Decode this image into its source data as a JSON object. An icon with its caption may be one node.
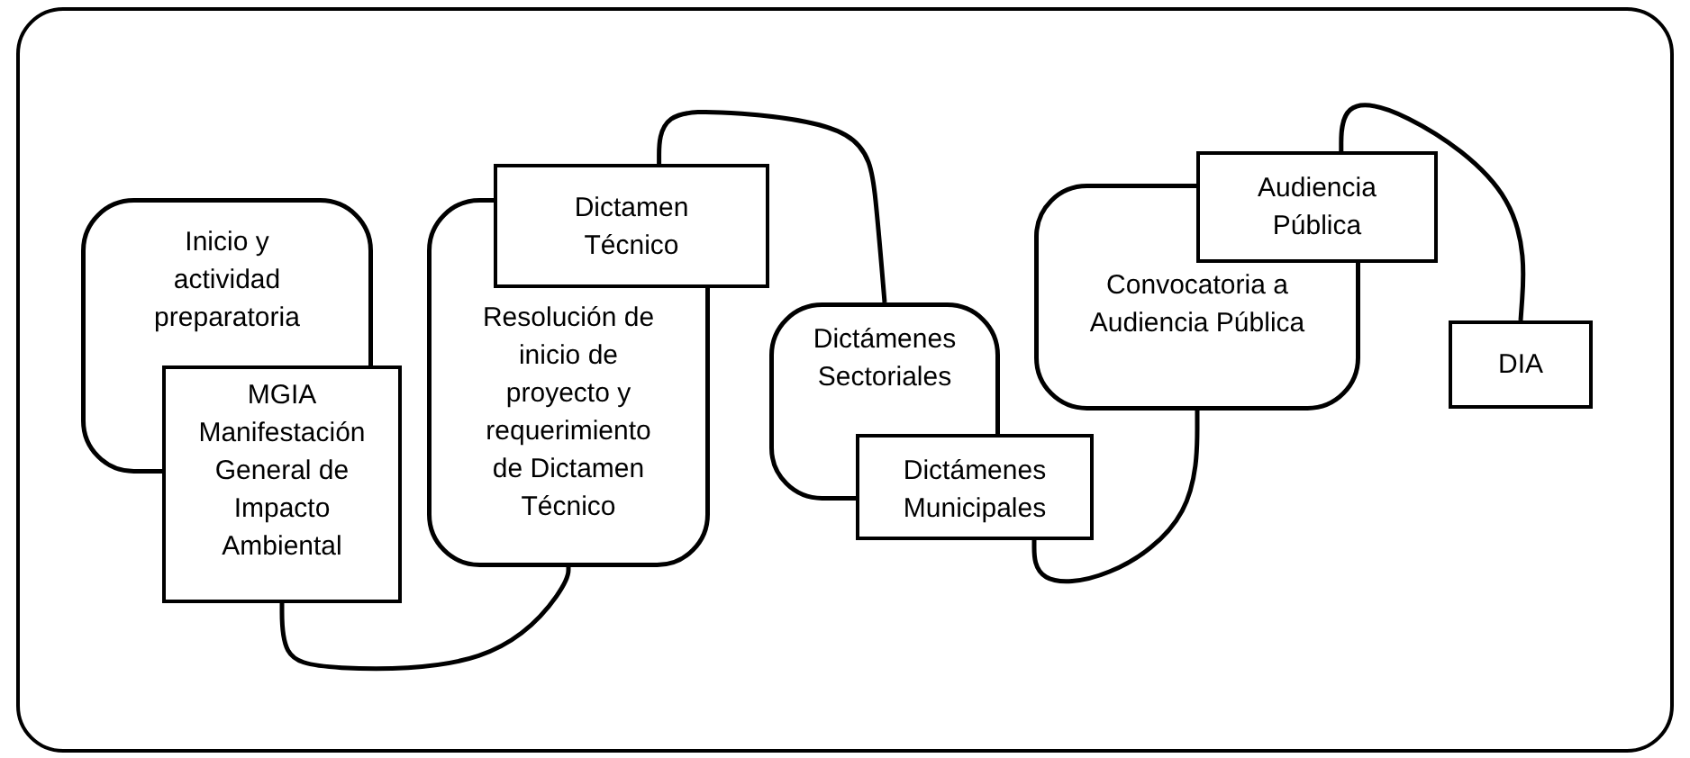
{
  "diagram": {
    "nodes": [
      {
        "text": [
          "Inicio y actividad preparatoria"
        ]
      },
      {
        "text": [
          "MGIA Manifestación General de Impacto Ambiental"
        ]
      },
      {
        "text": [
          "Resolución de inicio de proyecto y requerimiento de Dictamen Técnico"
        ]
      },
      {
        "text": [
          "Dictamen Técnico"
        ]
      },
      {
        "text": [
          "Dictámenes Sectoriales"
        ]
      },
      {
        "text": [
          "Dictámenes Municipales"
        ]
      },
      {
        "text": [
          "Convocatoria a Audiencia Pública"
        ]
      },
      {
        "text": [
          "Audiencia Pública"
        ]
      },
      {
        "text": [
          "DIA"
        ]
      }
    ],
    "edges": [
      {
        "from": 1,
        "to": 2,
        "arrow": "none"
      },
      {
        "from": 3,
        "to": 4,
        "arrow": "none"
      },
      {
        "from": 5,
        "to": 6,
        "arrow": "none"
      },
      {
        "from": 7,
        "to": 8,
        "arrow": "none"
      }
    ]
  }
}
